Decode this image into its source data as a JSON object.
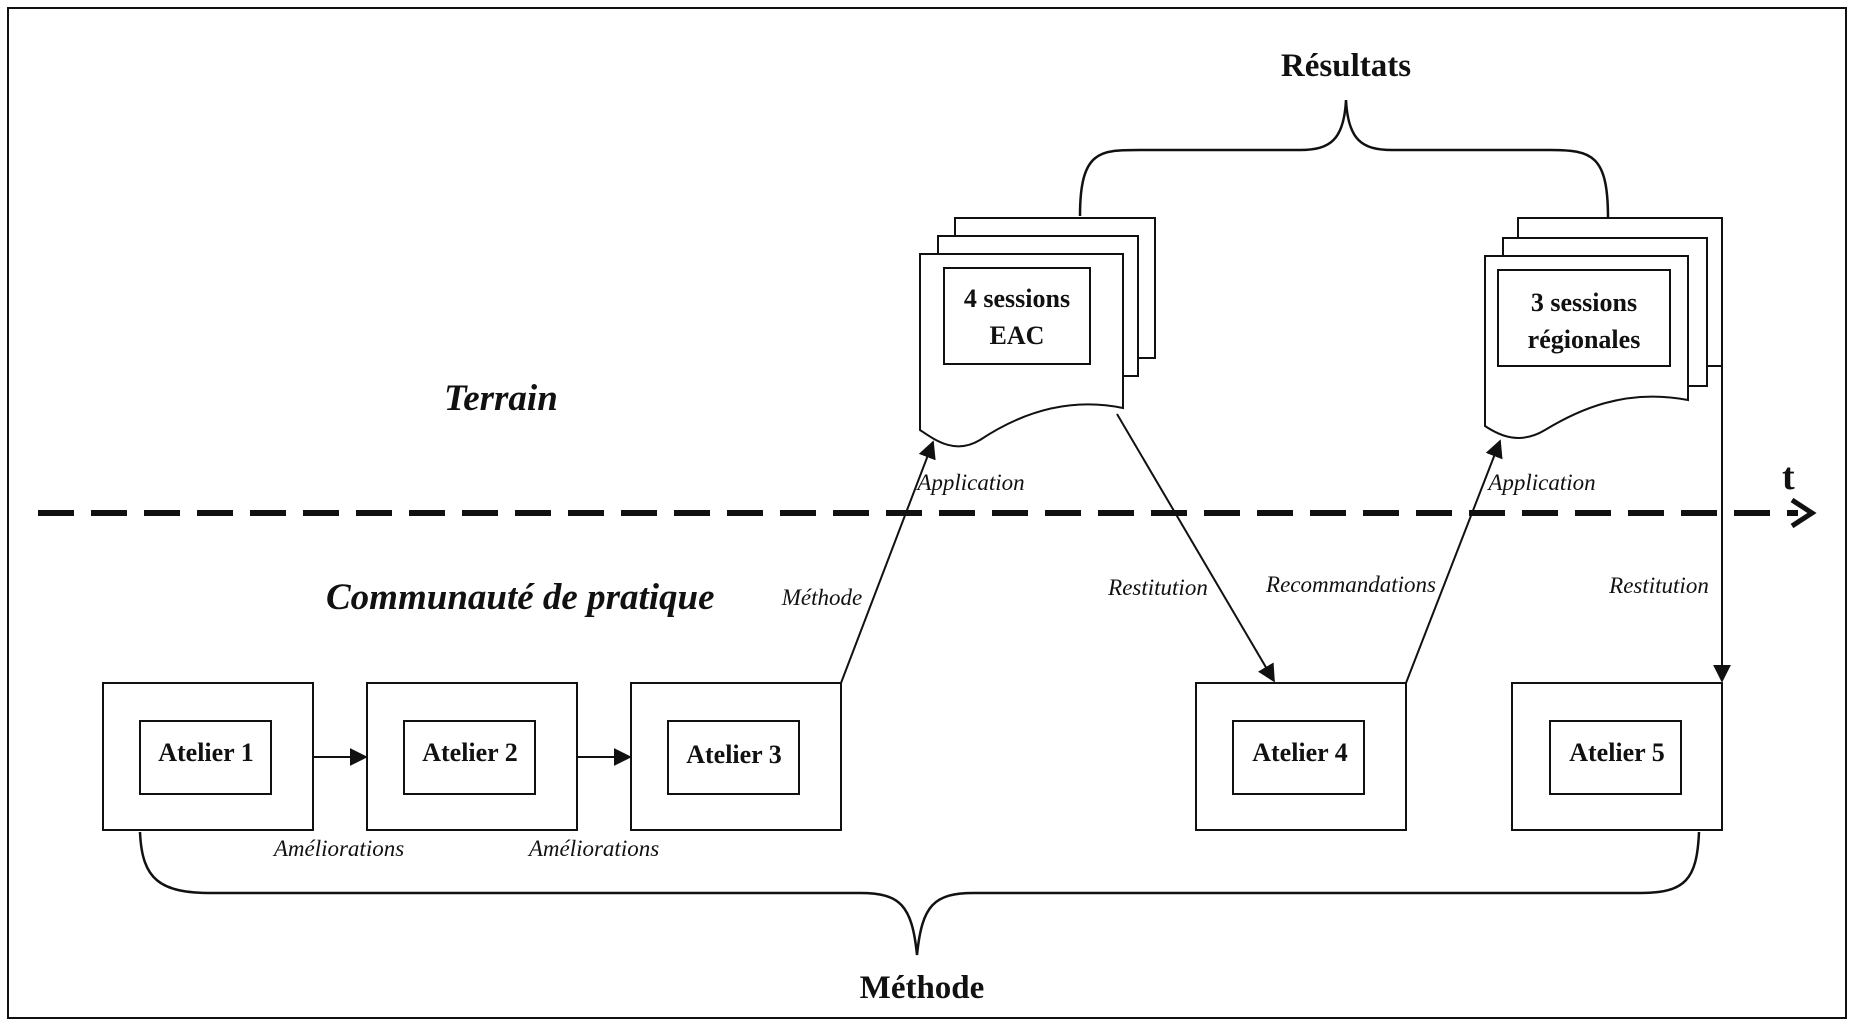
{
  "title_results": "Résultats",
  "title_method": "Méthode",
  "zone_terrain": "Terrain",
  "zone_communaute": "Communauté de pratique",
  "axis_label": "t",
  "ateliers": [
    "Atelier 1",
    "Atelier 2",
    "Atelier 3",
    "Atelier 4",
    "Atelier 5"
  ],
  "sessions": [
    {
      "line1": "4 sessions",
      "line2": "EAC"
    },
    {
      "line1": "3 sessions",
      "line2": "régionales"
    }
  ],
  "edges": {
    "ameliorations_1": "Améliorations",
    "ameliorations_2": "Améliorations",
    "methode": "Méthode",
    "application_1": "Application",
    "application_2": "Application",
    "restitution_1": "Restitution",
    "restitution_2": "Restitution",
    "recommandations": "Recommandations"
  },
  "colors": {
    "line": "#111111",
    "background": "#ffffff"
  }
}
